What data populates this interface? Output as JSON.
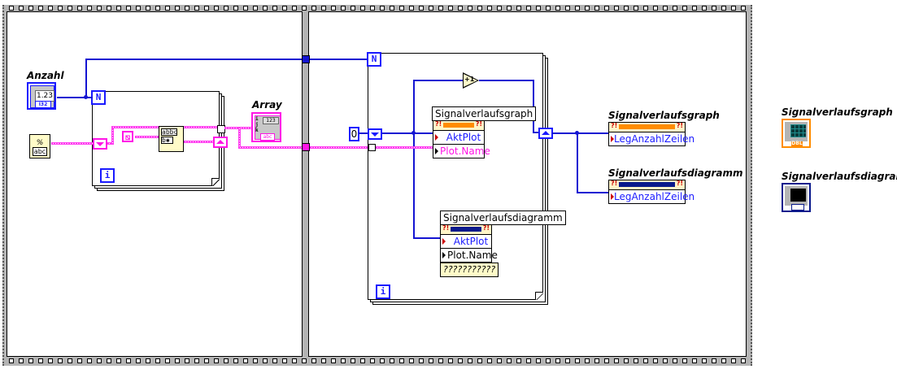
{
  "diagram": {
    "type": "LabVIEW block diagram",
    "structure": "flat sequence with 2 frames",
    "frame1": {
      "controls": {
        "anzahl": {
          "label": "Anzahl",
          "display": "1.23",
          "datatype": "I32"
        },
        "string_constant_icon": "string-format-icon"
      },
      "for_loop": {
        "count_terminal": "N",
        "iteration_terminal": "i"
      },
      "indicator": {
        "label": "Array",
        "inner_number": "123",
        "index_labels": [
          "i",
          "j",
          "k"
        ],
        "type_label": "abc"
      },
      "node_labels": {
        "format_top": "abbc",
        "format_mid": "b✱"
      }
    },
    "frame2": {
      "for_loop": {
        "count_terminal": "N",
        "iteration_terminal": "i"
      },
      "init_constant": "0",
      "increment": "+1",
      "property_nodes": [
        {
          "class": "Signalverlaufsgraph",
          "properties": [
            "AktPlot",
            "Plot.Name"
          ],
          "ref_color": "#ff8c00"
        },
        {
          "class": "Signalverlaufsdiagramm",
          "properties": [
            "AktPlot",
            "Plot.Name"
          ],
          "ref_color": "#0a1a8c"
        }
      ],
      "unknown_constant": "???????????",
      "outside_property_nodes": [
        {
          "label": "Signalverlaufsgraph",
          "property": "LegAnzahlZeilen",
          "ref_color": "#ff8c00"
        },
        {
          "label": "Signalverlaufsdiagramm",
          "property": "LegAnzahlZeilen",
          "ref_color": "#0a1a8c"
        }
      ]
    },
    "terminals": [
      {
        "label": "Signalverlaufsgraph",
        "type_label": "DBL",
        "color": "#ff8c00"
      },
      {
        "label": "Signalverlaufsdiagramm",
        "type_label": "",
        "color": "#0a1a8c"
      }
    ]
  }
}
